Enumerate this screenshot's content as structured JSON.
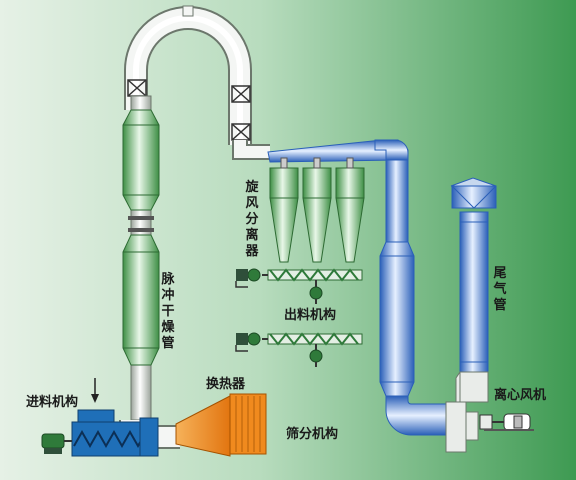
{
  "labels": {
    "pulse_dryer_tube": "脉冲干燥管",
    "cyclone_separator": "旋风分离器",
    "discharge_mechanism": "出料机构",
    "feed_mechanism": "进料机构",
    "heat_exchanger": "换热器",
    "classifier_mechanism": "筛分机构",
    "exhaust_pipe": "尾气管",
    "centrifugal_fan": "离心风机"
  },
  "colors": {
    "background_left": "#e4f0e4",
    "background_right": "#3e9a52",
    "dryer_column": "#3f9a4a",
    "process_pipe": "#e9ece9",
    "exhaust_blue": "#3f7fd6",
    "heat_exchanger_orange": "#f08a1e",
    "feeder_blue": "#1f6fb8",
    "screw_conveyor": "#3c7e44",
    "motor_dark": "#2f4f3a"
  }
}
